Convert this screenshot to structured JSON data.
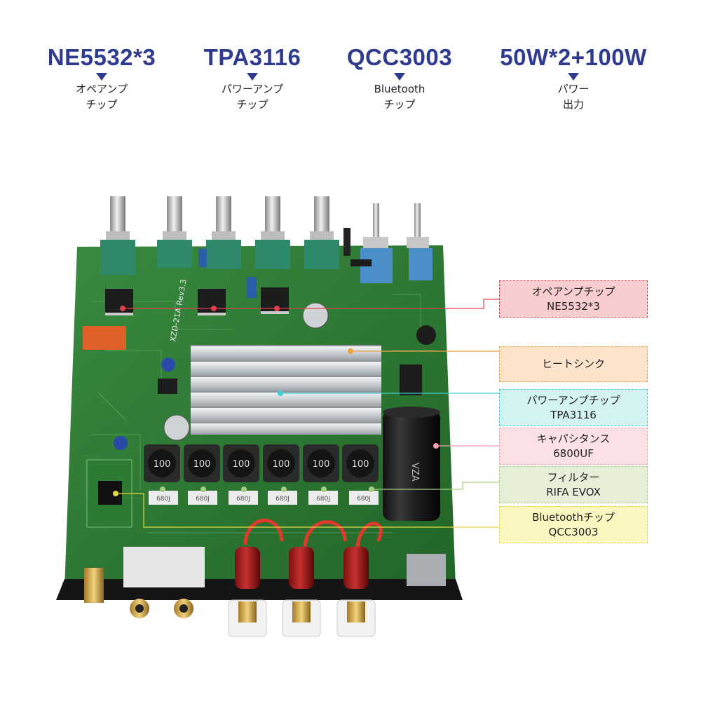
{
  "specs": [
    {
      "title": "NE5532*3",
      "line1": "オペアンプ",
      "line2": "チップ"
    },
    {
      "title": "TPA3116",
      "line1": "パワーアンプ",
      "line2": "チップ"
    },
    {
      "title": "QCC3003",
      "line1": "Bluetooth",
      "line2": "チップ"
    },
    {
      "title": "50W*2+100W",
      "line1": "パワー",
      "line2": "出力"
    }
  ],
  "callouts": [
    {
      "line1": "オペアンプチップ",
      "line2": "NE5532*3",
      "bg": "#f8cdd0",
      "border": "#e0404a"
    },
    {
      "line1": "ヒートシンク",
      "line2": "",
      "bg": "#fbe3cc",
      "border": "#f0a040"
    },
    {
      "line1": "パワーアンプチップ",
      "line2": "TPA3116",
      "bg": "#d3f2f2",
      "border": "#3fd0d0"
    },
    {
      "line1": "キャパシタンス",
      "line2": "6800UF",
      "bg": "#fbe0e4",
      "border": "#f3a0b0"
    },
    {
      "line1": "フィルター",
      "line2": "RIFA EVOX",
      "bg": "#e6f0d8",
      "border": "#a8cc80"
    },
    {
      "line1": "Bluetoothチップ",
      "line2": "QCC3003",
      "bg": "#fbf7c0",
      "border": "#e6d840"
    }
  ],
  "board": {
    "label": "XZD-21A Rev3.3",
    "inductor_label": "100",
    "cap_label": "VZA",
    "filter_label": "680J"
  },
  "colors": {
    "spec_title": "#2e3b8f",
    "pcb": "#2f7a34",
    "heatsink": "#cfd3d6",
    "knob_base": "#2e8a6a",
    "switch": "#4a8fc9"
  }
}
